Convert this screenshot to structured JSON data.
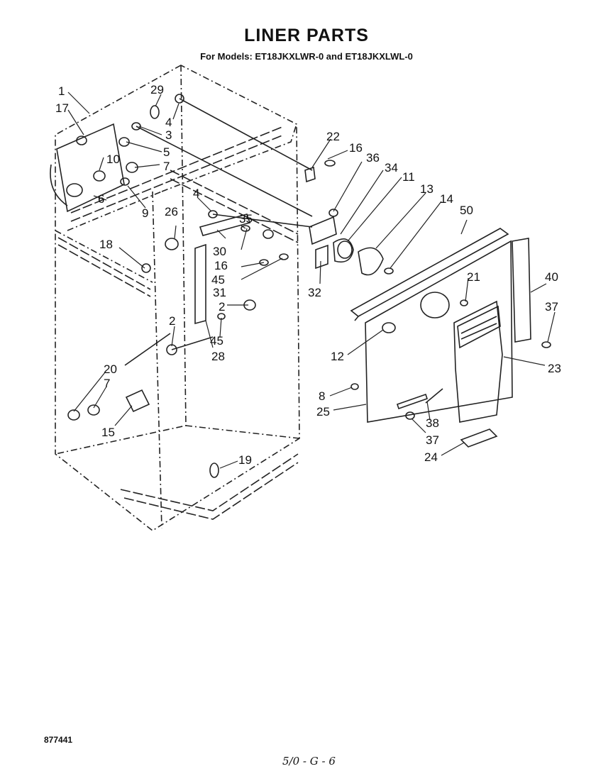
{
  "header": {
    "title": "LINER PARTS",
    "subtitle": "For Models: ET18JKXLWR-0 and ET18JKXLWL-0"
  },
  "footer": {
    "doc_number": "877441",
    "page_mark": "5/0 - G - 6"
  },
  "part_callouts": [
    "1",
    "17",
    "29",
    "4",
    "3",
    "5",
    "10",
    "7",
    "6",
    "9",
    "22",
    "16",
    "36",
    "34",
    "11",
    "13",
    "14",
    "50",
    "26",
    "4",
    "35",
    "30",
    "16",
    "45",
    "31",
    "32",
    "18",
    "2",
    "45",
    "28",
    "2",
    "21",
    "40",
    "37",
    "12",
    "23",
    "20",
    "7",
    "15",
    "8",
    "25",
    "38",
    "37",
    "24",
    "19"
  ]
}
